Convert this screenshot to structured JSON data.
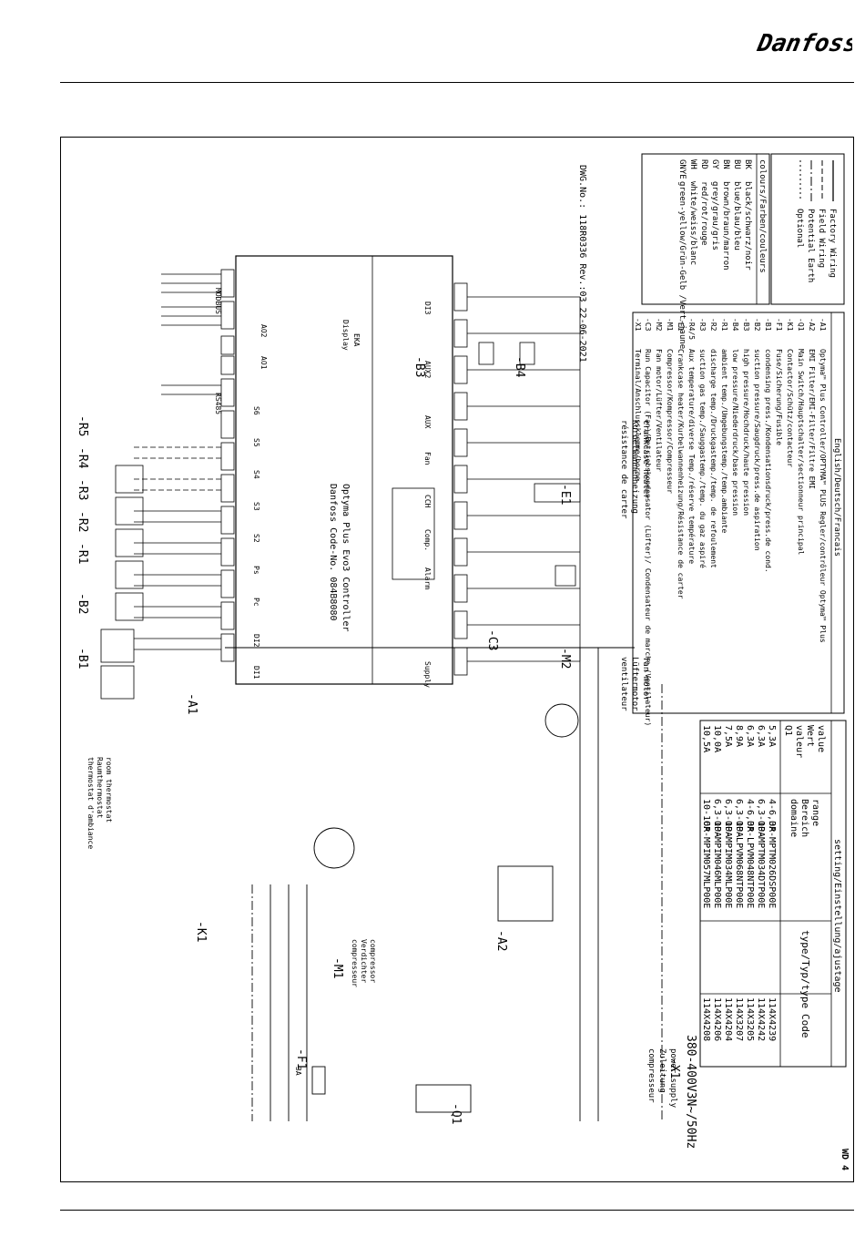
{
  "header": {
    "logo_text": "Danfoss"
  },
  "drawing": {
    "number_line": "DWG.No.: 118R0336  Rev.:03  22-06-2021",
    "sheet_tag": "WD 4",
    "controller_title": "Optyma Plus Evo3 Controller",
    "controller_code": "Danfoss Code-No. 084B8080",
    "modbus_label": "MODBUS",
    "rs485_label": "RS485",
    "eka_label": "EKA",
    "display_label": "Display",
    "room_thermostat": [
      "room thermostat",
      "Raumthermostat",
      "thermostat d'ambiance"
    ],
    "compressor_text": [
      "compressor",
      "Verdichter",
      "compresseur"
    ],
    "power_supply_text": [
      "power supply",
      "Zuleitung",
      "compresseur"
    ],
    "voltage_text": "380-400V3N~/50Hz",
    "fan_motor_text": [
      "fan motor",
      "Lüftermotor",
      "ventilateur"
    ],
    "crankcase_text": [
      "crankcase heater",
      "Kurbelwannenheizung",
      "résistance de carter"
    ],
    "fuse_rating": "3A",
    "component_tags": [
      "-A1",
      "-B1",
      "-B2",
      "-R1",
      "-R2",
      "-R3",
      "-R4",
      "-R5",
      "-K1",
      "-M1",
      "-A2",
      "-F1",
      "-Q1",
      "-X1",
      "-M2",
      "-C3",
      "-E1",
      "-B3",
      "-B4"
    ],
    "terminal_groups": [
      "DI1",
      "DI2",
      "Pc",
      "Ps",
      "S2",
      "S3",
      "S4",
      "S5",
      "S6",
      "Alarm",
      "Comp.",
      "CCH",
      "Fan",
      "AUX",
      "AUX2",
      "DI3",
      "Supply",
      "AO1",
      "AO2"
    ]
  },
  "wiring_legend": {
    "items": [
      "Factory Wiring",
      "Field Wiring",
      "Potential Earth",
      "Optional"
    ]
  },
  "colours": {
    "title": "colours/Farben/couleurs",
    "items": [
      {
        "code": "BK",
        "name": "black/schwarz/noir"
      },
      {
        "code": "BU",
        "name": "blue/blau/bleu"
      },
      {
        "code": "BN",
        "name": "brown/braun/marron"
      },
      {
        "code": "GY",
        "name": "grey/grau/gris"
      },
      {
        "code": "RD",
        "name": "red/rot/rouge"
      },
      {
        "code": "WH",
        "name": "white/weiss/blanc"
      },
      {
        "code": "GNYE",
        "name": "green-yellow/Grün-Gelb /Vert-jaune"
      }
    ]
  },
  "components_legend": {
    "title": "English/Deutsch/Francais",
    "items": [
      {
        "code": "-A1",
        "desc": "Optyma™ Plus Controller/OPTYMA™ PLUS Regler/contrôleur Optyma™ Plus"
      },
      {
        "code": "-A2",
        "desc": "EMI Filter/EMI-Filter/Filtre EMI"
      },
      {
        "code": "-Q1",
        "desc": "Main Switch/Hauptschalter/sectionneur principal"
      },
      {
        "code": "-K1",
        "desc": "Contactor/Schütz/contacteur"
      },
      {
        "code": "-F1",
        "desc": "Fuse/Sicherung/Fusible"
      },
      {
        "code": "-B1",
        "desc": "condensing press./Kondensationsdruck/press.de cond."
      },
      {
        "code": "-B2",
        "desc": "suction pressure/Saugdruck/press.de aspiration"
      },
      {
        "code": "-B3",
        "desc": "high pressure/Hochdruck/haute pression"
      },
      {
        "code": "-B4",
        "desc": "low pressure/Niederdruck/base pression"
      },
      {
        "code": "-R1",
        "desc": "ambient temp./Umgebungstemp./temp.ambiante"
      },
      {
        "code": "-R2",
        "desc": "discharge temp./Druckgastemp./temp. de refoulement"
      },
      {
        "code": "-R3",
        "desc": "suction gas temp./Sauggastemp./temp. du gaz aspiré"
      },
      {
        "code": "-R4/5",
        "desc": "Aux temperature/diverse Temp./réserve température"
      },
      {
        "code": "-E1",
        "desc": "Crankcase heater/Kurbelwannenheizung/Résistance de carter"
      },
      {
        "code": "-M1",
        "desc": "Compressor/Kompressor/Compresseur"
      },
      {
        "code": "-M2",
        "desc": "Fan motor/Lüfter/Ventilateur"
      },
      {
        "code": "-C3",
        "desc": "Run Capacitor (Fan)/Betriebskondensator (Lüfter)/ Condensateur de marche (Ventilateur)"
      },
      {
        "code": "-X1",
        "desc": "Terminal/Anschlussklemme/borne"
      }
    ]
  },
  "settings_table": {
    "title": "setting/Einstellung/ajustage",
    "headers": {
      "code": "Code",
      "type": "type/Typ/type",
      "range": [
        "range",
        "Bereich",
        "domaine"
      ],
      "value": [
        "value",
        "Wert",
        "valeur",
        "Q1"
      ]
    },
    "rows": [
      {
        "code": "114X4239",
        "type": "OP-MPTM026DSP00E",
        "range": "4-6,3A",
        "value": "5,3A"
      },
      {
        "code": "114X4242",
        "type": "OP-MPTM034DTP00E",
        "range": "6,3-10A",
        "value": "6,3A"
      },
      {
        "code": "114X3205",
        "type": "OP-LPVM048NTP00E",
        "range": "4-6,3A",
        "value": "6,3A"
      },
      {
        "code": "114X3207",
        "type": "OP-LPVM068NTP00E",
        "range": "6,3-10A",
        "value": "8,9A"
      },
      {
        "code": "114X4204",
        "type": "OP-MPIM034MLP00E",
        "range": "6,3-10A",
        "value": "7,5A"
      },
      {
        "code": "114X4206",
        "type": "OP-MPIM046MLP00E",
        "range": "6,3-10A",
        "value": "10,0A"
      },
      {
        "code": "114X4208",
        "type": "OP-MPIM057MLP00E",
        "range": "10-16A",
        "value": "10,5A"
      }
    ]
  }
}
